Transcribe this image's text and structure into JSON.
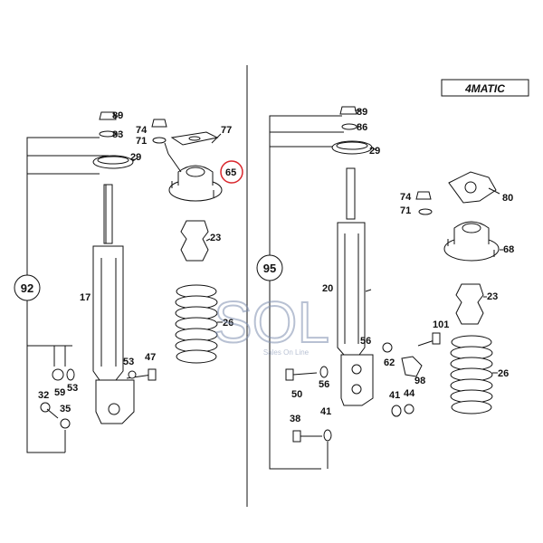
{
  "badge": {
    "text": "4MATIC"
  },
  "watermark": {
    "main": "SOL",
    "sub": "Sales On Line"
  },
  "left_panel": {
    "group_label": "92",
    "parts": {
      "p89": "89",
      "p83": "83",
      "p29": "29",
      "p74": "74",
      "p71": "71",
      "p77": "77",
      "p65": "65",
      "p23": "23",
      "p17": "17",
      "p26": "26",
      "p53a": "53",
      "p47": "47",
      "p59": "59",
      "p53b": "53",
      "p32": "32",
      "p35": "35"
    }
  },
  "right_panel": {
    "group_label": "95",
    "parts": {
      "p89": "89",
      "p86": "86",
      "p29": "29",
      "p74": "74",
      "p71": "71",
      "p80": "80",
      "p68": "68",
      "p20": "20",
      "p23": "23",
      "p101": "101",
      "p56a": "56",
      "p62": "62",
      "p98": "98",
      "p50": "50",
      "p56b": "56",
      "p41a": "41",
      "p44": "44",
      "p26": "26",
      "p38": "38",
      "p41b": "41"
    }
  },
  "colors": {
    "line": "#111111",
    "highlight": "#d9262c",
    "watermark": "#7f8fb0"
  }
}
